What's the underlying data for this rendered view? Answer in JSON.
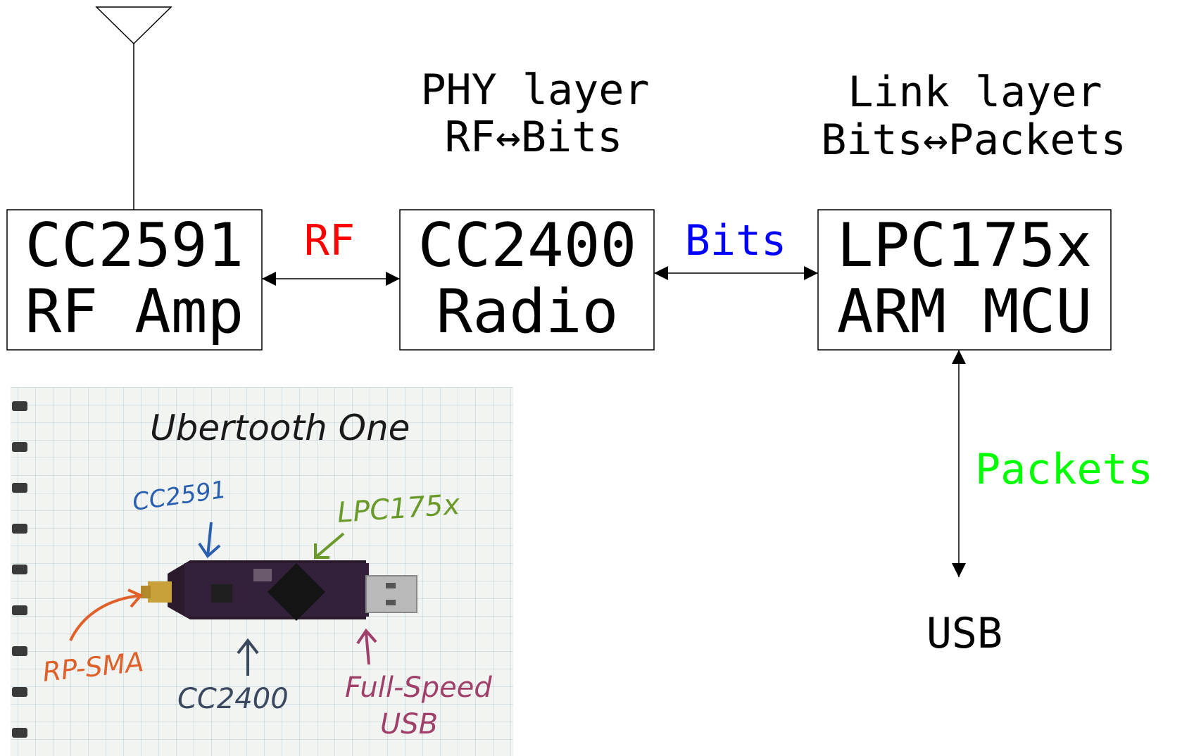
{
  "blocks": {
    "amp": {
      "line1": "CC2591",
      "line2": "RF Amp"
    },
    "radio": {
      "line1": "CC2400",
      "line2": "Radio"
    },
    "mcu": {
      "line1": "LPC175x",
      "line2": "ARM MCU"
    }
  },
  "layers": {
    "phy": {
      "line1": "PHY layer",
      "line2": "RF↔Bits"
    },
    "link": {
      "line1": "Link layer",
      "line2": "Bits↔Packets"
    }
  },
  "connections": {
    "rf": {
      "label": "RF",
      "color": "#ff0000"
    },
    "bits": {
      "label": "Bits",
      "color": "#0000ff"
    },
    "packets": {
      "label": "Packets",
      "color": "#00ff00"
    }
  },
  "usb_label": "USB",
  "photo": {
    "title": "Ubertooth One",
    "callouts": {
      "cc2591": {
        "text": "CC2591",
        "color": "#2a5fb0"
      },
      "lpc175x": {
        "text": "LPC175x",
        "color": "#6a9a2a"
      },
      "rpsma": {
        "text": "RP-SMA",
        "color": "#e0602a"
      },
      "cc2400": {
        "text": "CC2400",
        "color": "#3a4860"
      },
      "fullspeed": {
        "line1": "Full-Speed",
        "line2": "USB",
        "color": "#a0406a"
      }
    }
  }
}
